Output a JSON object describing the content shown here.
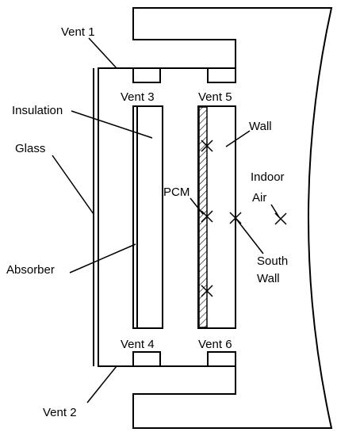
{
  "labels": {
    "vent1": "Vent 1",
    "vent2": "Vent 2",
    "vent3": "Vent 3",
    "vent4": "Vent 4",
    "vent5": "Vent 5",
    "vent6": "Vent 6",
    "insulation": "Insulation",
    "glass": "Glass",
    "absorber": "Absorber",
    "pcm": "PCM",
    "wall": "Wall",
    "indoor_air_line1": "Indoor",
    "indoor_air_line2": "Air",
    "south_wall_line1": "South",
    "south_wall_line2": "Wall"
  }
}
